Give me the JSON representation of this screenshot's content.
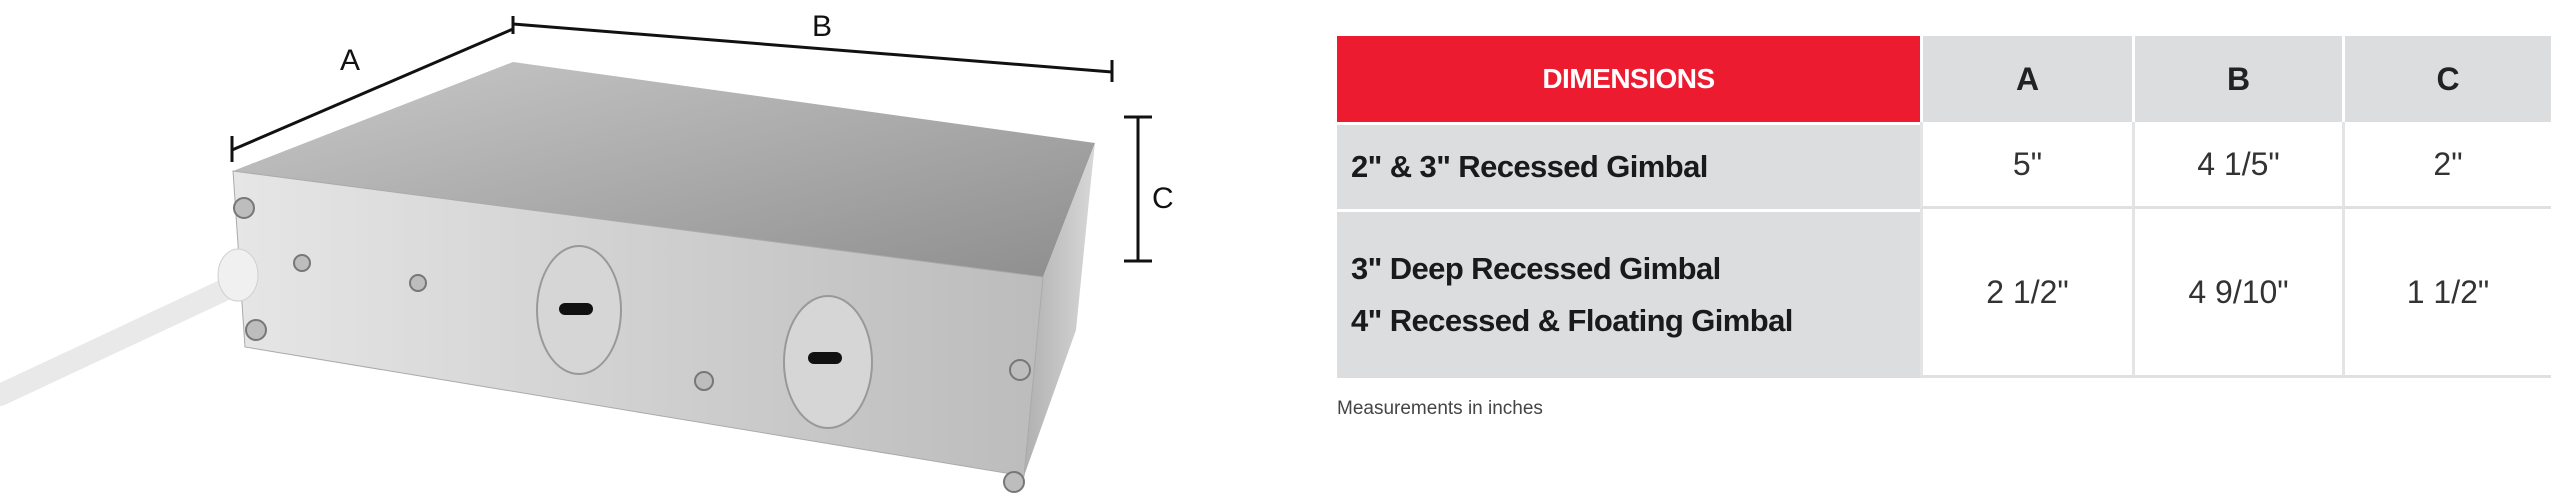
{
  "diagram": {
    "labels": {
      "a": "A",
      "b": "B",
      "c": "C"
    }
  },
  "table": {
    "header": {
      "title": "DIMENSIONS",
      "columns": [
        "A",
        "B",
        "C"
      ]
    },
    "rows": [
      {
        "label_lines": [
          "2\" & 3\" Recessed Gimbal"
        ],
        "values": [
          "5\"",
          "4 1/5\"",
          "2\""
        ]
      },
      {
        "label_lines": [
          "3\"  Deep Recessed Gimbal",
          "4\" Recessed & Floating Gimbal"
        ],
        "values": [
          "2 1/2\"",
          "4 9/10\"",
          "1 1/2\""
        ]
      }
    ],
    "colors": {
      "header_accent": "#ed1b2f",
      "header_gray": "#dcdddf"
    }
  },
  "footnote": "Measurements in inches"
}
